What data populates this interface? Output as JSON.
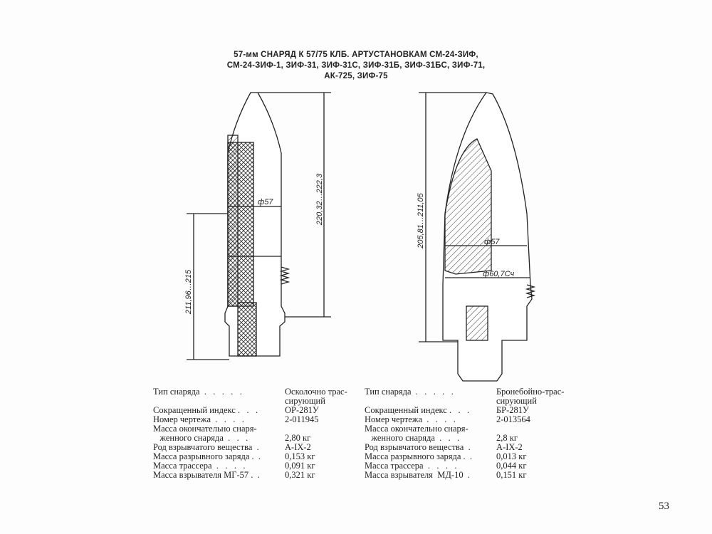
{
  "title": {
    "line1": "57-мм СНАРЯД К 57/75 КЛБ. АРТУСТАНОВКАМ СМ-24-ЗИФ,",
    "line2": "СМ-24-ЗИФ-1, ЗИФ-31, ЗИФ-31С, ЗИФ-31Б, ЗИФ-31БС, ЗИФ-71,",
    "line3": "АК-725, ЗИФ-75"
  },
  "left_drawing": {
    "dim_length_total": "211,96…215",
    "dim_length_body": "220,32…222,3",
    "dim_diameter": "ф57"
  },
  "right_drawing": {
    "dim_length": "205,81…211,05",
    "dim_diameter": "ф57",
    "dim_band": "ф60,7Cч"
  },
  "left_table": [
    {
      "label": "Тип снаряда  .   .   .   .   .",
      "value": "Осколочно трас-"
    },
    {
      "label": "",
      "value": "сирующий"
    },
    {
      "label": "Сокращенный индекс .   .   .",
      "value": "ОР-281У"
    },
    {
      "label": "Номер чертежа  .   .   .   .",
      "value": "2-011945"
    },
    {
      "label": "Масса окончательно снаря-",
      "value": ""
    },
    {
      "label": "   женного снаряда  .   .   .",
      "value": "2,80 кг"
    },
    {
      "label": "Род взрывчатого вещества  .",
      "value": "А-IX-2"
    },
    {
      "label": "Масса разрывного заряда .  .",
      "value": "0,153 кг"
    },
    {
      "label": "Масса трассера  .   .   .   .",
      "value": "0,091 кг"
    },
    {
      "label": "Масса взрывателя МГ-57 .  .",
      "value": "0,321 кг"
    }
  ],
  "right_table": [
    {
      "label": "Тип снаряда  .   .   .   .   .",
      "value": "Бронебойно-трас-"
    },
    {
      "label": "",
      "value": "сирующий"
    },
    {
      "label": "Сокращенный индекс .   .   .",
      "value": "БР-281У"
    },
    {
      "label": "Номер чертежа  .   .   .   .",
      "value": "2-013564"
    },
    {
      "label": "Масса окончательно снаря-",
      "value": ""
    },
    {
      "label": "   женного снаряда  .   .   .",
      "value": "2,8 кг"
    },
    {
      "label": "Род взрывчатого вещества  .",
      "value": "А-IX-2"
    },
    {
      "label": "Масса разрывного заряда .  .",
      "value": "0,013 кг"
    },
    {
      "label": "Масса трассера  .   .   .   .",
      "value": "0,044 кг"
    },
    {
      "label": "Масса взрывателя  МД-10  .",
      "value": "0,151 кг"
    }
  ],
  "page_number": "53"
}
